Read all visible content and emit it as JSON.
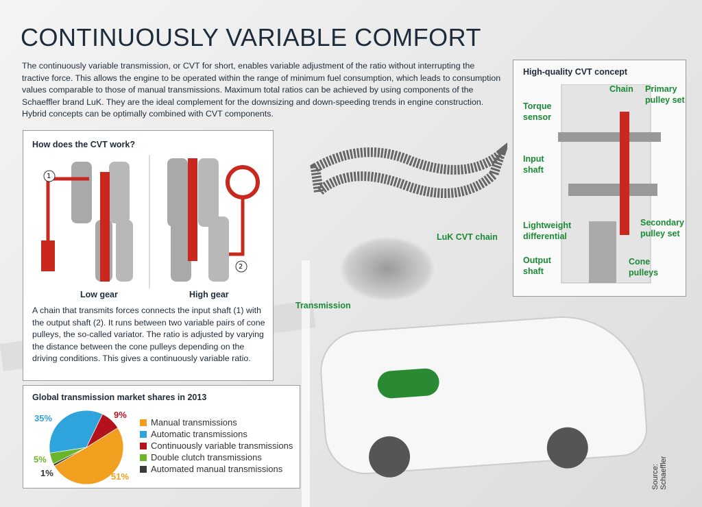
{
  "title": "CONTINUOUSLY VARIABLE COMFORT",
  "intro": "The continuously variable transmission, or CVT for short, enables variable adjustment of the ratio without interrupting the tractive force. This allows the engine to be operated within the range of minimum fuel consumption, which leads to consumption values comparable to those of manual transmissions. Maximum total ratios can be achieved by using components of the Schaeffler brand LuK. They are the ideal complement for the downsizing and down-speeding trends in engine construction. Hybrid concepts can be optimally combined with CVT components.",
  "how_box": {
    "title": "How does the CVT work?",
    "marker1": "1",
    "marker2": "2",
    "low_gear": "Low gear",
    "high_gear": "High gear",
    "text": "A chain that transmits forces connects the input shaft (1) with the output shaft (2). It runs between two variable pairs of cone pulleys, the so-called variator. The ratio is adjusted by varying the distance between the cone pulleys depending on the driving conditions. This gives a continuously variable ratio."
  },
  "labels": {
    "chain": "LuK CVT chain",
    "transmission": "Transmission",
    "source": "Source: Schaeffler"
  },
  "cvt_concept": {
    "title": "High-quality CVT concept",
    "chain": "Chain",
    "primary": "Primary pulley set",
    "torque": "Torque sensor",
    "input": "Input shaft",
    "secondary": "Secondary pulley set",
    "differential": "Lightweight differential",
    "output": "Output shaft",
    "cone": "Cone pulleys"
  },
  "chart_data": {
    "type": "pie",
    "title": "Global transmission market shares in 2013",
    "categories": [
      "Manual transmissions",
      "Automatic transmissions",
      "Continuously variable transmissions",
      "Double clutch transmissions",
      "Automated manual transmissions"
    ],
    "values": [
      51,
      35,
      9,
      5,
      1
    ],
    "value_labels": [
      "51%",
      "35%",
      "9%",
      "5%",
      "1%"
    ],
    "colors": [
      "#f0a01e",
      "#2ea3dc",
      "#b3121c",
      "#6bb52b",
      "#3a3a3a"
    ],
    "legend": "right"
  },
  "colors": {
    "accent_green": "#1a8a34",
    "chain_red": "#c8281e"
  }
}
